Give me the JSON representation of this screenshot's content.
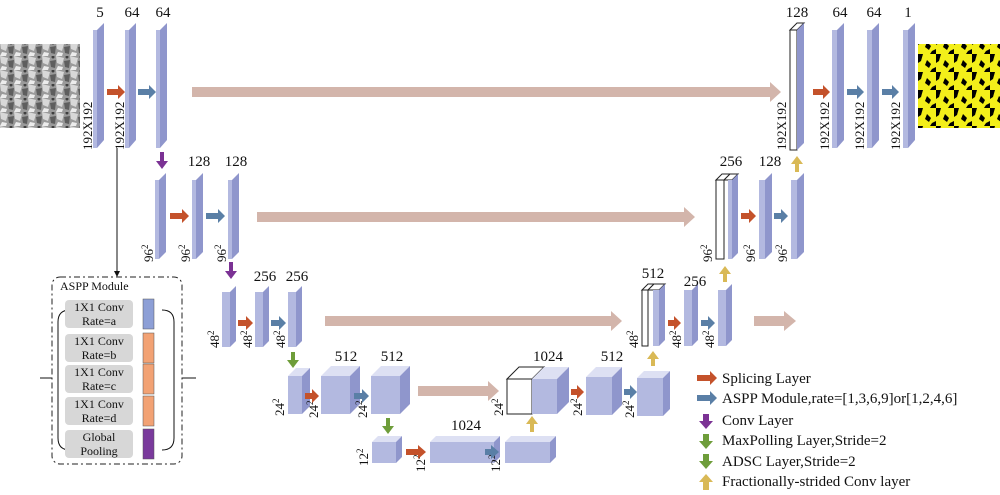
{
  "colors": {
    "block_front": "#b3b9e0",
    "block_top": "#dde0f3",
    "block_side": "#8f96cc",
    "white_block": "#ffffff",
    "skip_arrow": "#d3b5ab",
    "splicing": "#c4522b",
    "aspp": "#5a7fa6",
    "conv": "#7b3294",
    "maxpool": "#6e9d3a",
    "upconv": "#d9b956",
    "seg_yellow": "#f3ef1a",
    "aspp_blue": "#8d9fd6",
    "aspp_orange": "#f2a274",
    "aspp_purple": "#7a3a9c"
  },
  "encoder": {
    "l1": {
      "channels": [
        "5",
        "64",
        "64"
      ],
      "dims": [
        "192X192",
        "192X192"
      ]
    },
    "l2": {
      "channels": [
        "128",
        "128"
      ],
      "dims": [
        "96",
        "96",
        "96"
      ],
      "exp": "2"
    },
    "l3": {
      "channels": [
        "256",
        "256"
      ],
      "dims": [
        "48",
        "48",
        "48"
      ],
      "exp": "2"
    },
    "l4": {
      "channels": [
        "512",
        "512"
      ],
      "dims": [
        "24",
        "24",
        "24"
      ],
      "exp": "2"
    },
    "bottom": {
      "channels": [
        "1024"
      ],
      "dims": [
        "12",
        "12",
        "12"
      ],
      "exp": "2"
    }
  },
  "decoder": {
    "l4": {
      "channels": [
        "1024",
        "512"
      ],
      "dims": [
        "24",
        "24",
        "24"
      ],
      "exp": "2"
    },
    "l3": {
      "channels": [
        "512",
        "256"
      ],
      "dims": [
        "48",
        "48",
        "48"
      ],
      "exp": "2"
    },
    "l2": {
      "channels": [
        "256",
        "128"
      ],
      "dims": [
        "96",
        "96",
        "96"
      ],
      "exp": "2"
    },
    "l1": {
      "channels": [
        "128",
        "64",
        "64",
        "1"
      ],
      "dims": [
        "192X192",
        "192X192",
        "192X192",
        "192X192"
      ]
    }
  },
  "aspp": {
    "title": "ASPP Module",
    "branches": [
      {
        "line1": "1X1 Conv",
        "line2": "Rate=a",
        "color": "#8d9fd6"
      },
      {
        "line1": "1X1 Conv",
        "line2": "Rate=b",
        "color": "#f2a274"
      },
      {
        "line1": "1X1 Conv",
        "line2": "Rate=c",
        "color": "#f2a274"
      },
      {
        "line1": "1X1 Conv",
        "line2": "Rate=d",
        "color": "#f2a274"
      },
      {
        "line1": "Global",
        "line2": "Pooling",
        "color": "#7a3a9c"
      }
    ]
  },
  "legend": [
    {
      "label": "Splicing Layer",
      "color": "#c4522b",
      "dir": "right"
    },
    {
      "label": "ASPP Module,rate=[1,3,6,9]or[1,2,4,6]",
      "color": "#5a7fa6",
      "dir": "right"
    },
    {
      "label": "Conv Layer",
      "color": "#7b3294",
      "dir": "down"
    },
    {
      "label": "MaxPolling Layer,Stride=2",
      "color": "#6e9d3a",
      "dir": "down"
    },
    {
      "label": "ADSC Layer,Stride=2",
      "color": "#6e9d3a",
      "dir": "down"
    },
    {
      "label": "Fractionally-strided Conv layer",
      "color": "#d9b956",
      "dir": "up"
    }
  ]
}
